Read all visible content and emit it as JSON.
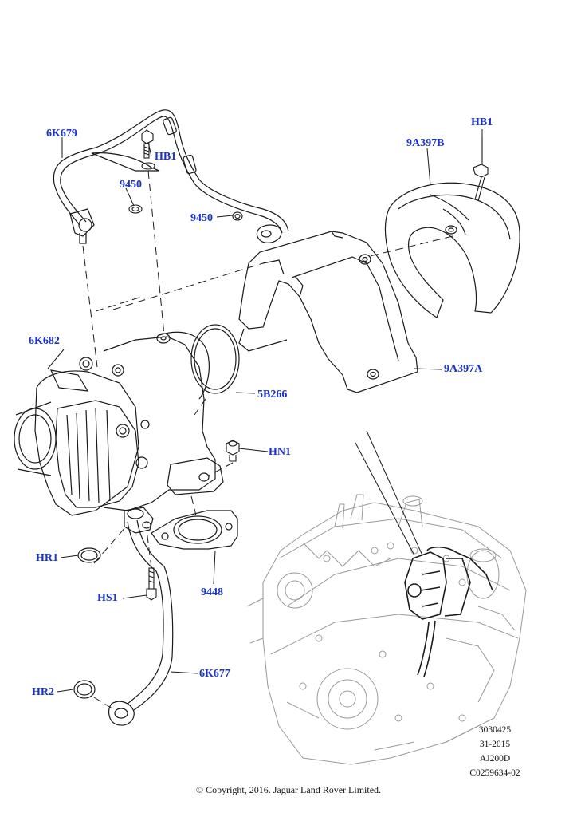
{
  "callouts": {
    "c6K679": "6K679",
    "cHB1a": "HB1",
    "c9450a": "9450",
    "c9450b": "9450",
    "cHB1b": "HB1",
    "c9A397B": "9A397B",
    "c6K682": "6K682",
    "c9A397A": "9A397A",
    "c5B266": "5B266",
    "cHN1": "HN1",
    "cHR1": "HR1",
    "c9448": "9448",
    "cHS1": "HS1",
    "c6K677": "6K677",
    "cHR2": "HR2"
  },
  "reference": {
    "line1": "3030425",
    "line2": "31-2015",
    "line3": "AJ200D",
    "line4": "C0259634-02"
  },
  "copyright": "© Copyright, 2016. Jaguar Land Rover Limited.",
  "colors": {
    "callout": "#1a32c8",
    "line": "#1a1a1a",
    "engine": "#9a9a9a"
  }
}
